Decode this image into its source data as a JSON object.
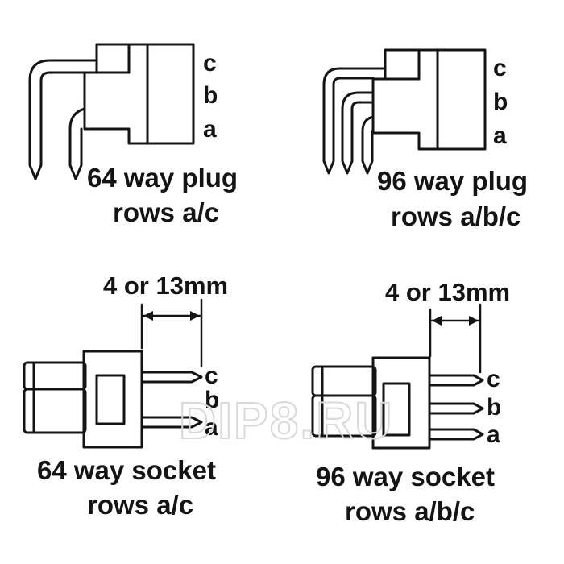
{
  "figures": {
    "plug64": {
      "caption_line1": "64 way plug",
      "caption_line2": "rows a/c",
      "rows": [
        "c",
        "b",
        "a"
      ]
    },
    "plug96": {
      "caption_line1": "96 way plug",
      "caption_line2": "rows a/b/c",
      "rows": [
        "c",
        "b",
        "a"
      ]
    },
    "socket64": {
      "caption_line1": "64 way socket",
      "caption_line2": "rows a/c",
      "dimension": "4 or 13mm",
      "rows": [
        "c",
        "b",
        "a"
      ]
    },
    "socket96": {
      "caption_line1": "96 way socket",
      "caption_line2": "rows a/b/c",
      "dimension": "4 or 13mm",
      "rows": [
        "c",
        "b",
        "a"
      ]
    }
  },
  "watermark": "DIP8.RU",
  "colors": {
    "ink": "#141414",
    "watermark": "#d8d8d8",
    "background": "#ffffff"
  }
}
